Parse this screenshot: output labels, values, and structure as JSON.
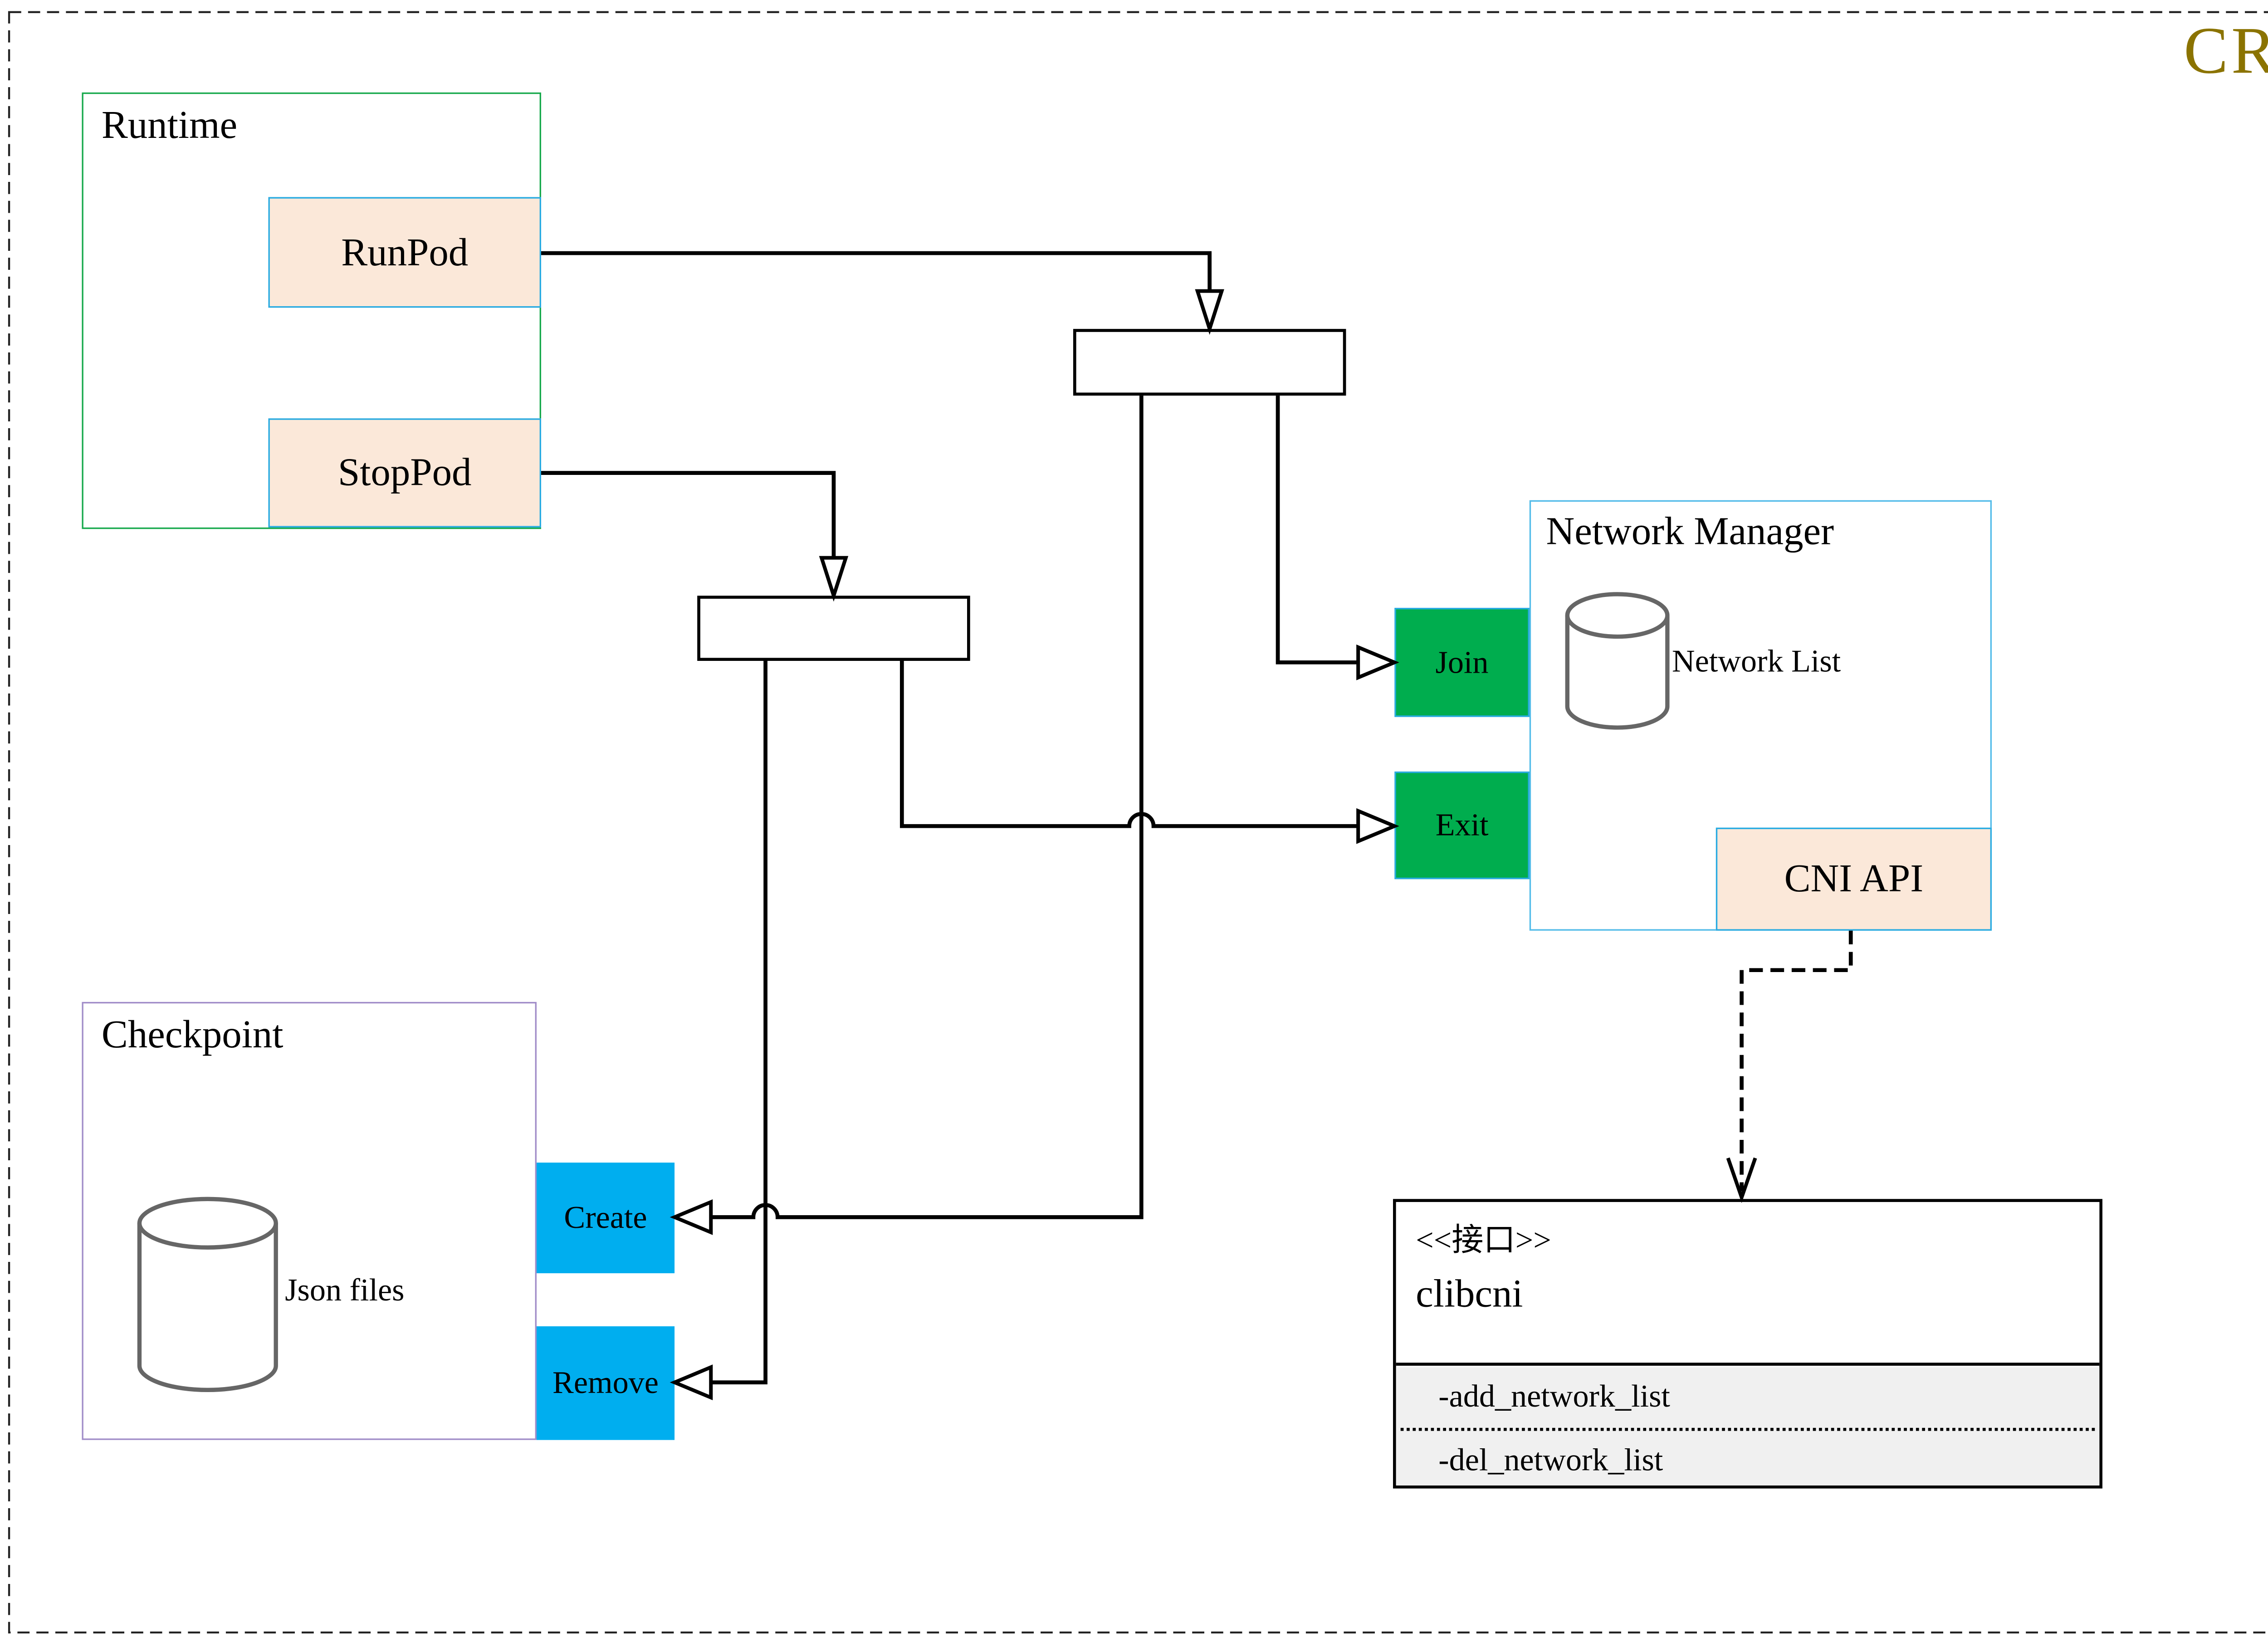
{
  "badge": {
    "label": "CRI",
    "color": "#8b7300"
  },
  "runtime": {
    "title": "Runtime",
    "buttons": [
      {
        "label": "RunPod"
      },
      {
        "label": "StopPod"
      }
    ]
  },
  "network_manager": {
    "title": "Network Manager",
    "join_label": "Join",
    "exit_label": "Exit",
    "datastore_label": "Network List",
    "cni_api_label": "CNI API"
  },
  "checkpoint": {
    "title": "Checkpoint",
    "datastore_label": "Json files",
    "create_label": "Create",
    "remove_label": "Remove"
  },
  "interface_box": {
    "stereotype": "<<接口>>",
    "name": "clibcni",
    "methods": [
      "-add_network_list",
      "-del_network_list"
    ]
  },
  "colors": {
    "green_node": "#00ad4e",
    "cyan_node": "#00aeef",
    "peach_node": "#fbe8d9",
    "blue_border": "#29abe2",
    "runtime_border": "#17a94c",
    "checkpoint_border": "#a08cc8",
    "network_manager_border": "#54bce9",
    "interface_section_fill": "#f0f0f0",
    "cylinder_stroke": "#666666",
    "connector": "#000000"
  }
}
